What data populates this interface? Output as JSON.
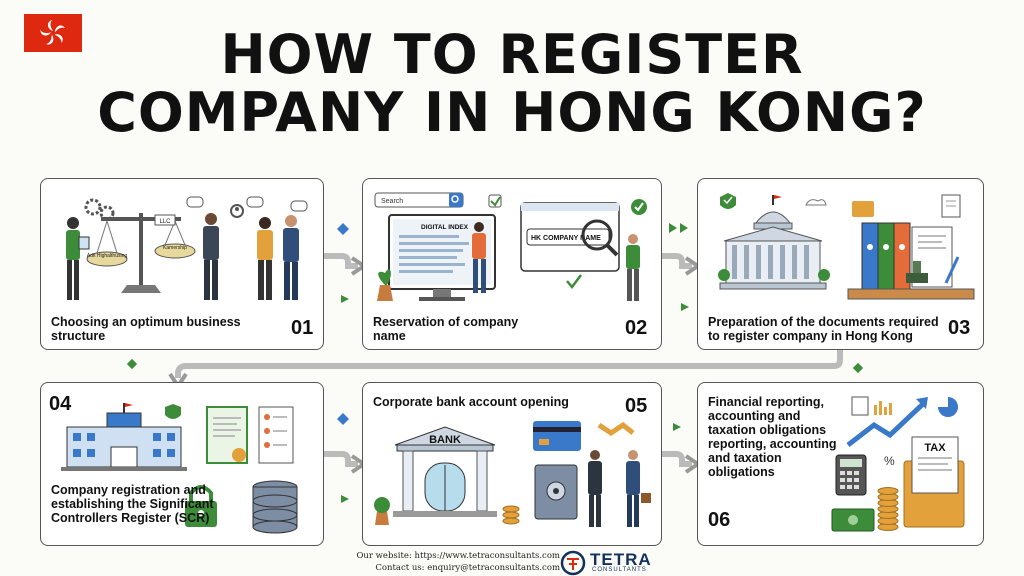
{
  "header": {
    "flag_icon": "hong-kong-flag-icon",
    "title_line1": "HOW TO REGISTER",
    "title_line2": "COMPANY IN HONG KONG?"
  },
  "steps": [
    {
      "label": "Choosing an optimum business structure",
      "number": "01",
      "icons": [
        "scale-icon",
        "people-icon",
        "gear-icon"
      ]
    },
    {
      "label": "Reservation of company name",
      "number": "02",
      "icons": [
        "search-bar-icon",
        "monitor-icon",
        "magnifier-icon"
      ]
    },
    {
      "label": "Preparation of the documents required to register company in Hong Kong",
      "number": "03",
      "icons": [
        "government-building-icon",
        "binders-icon",
        "stamp-icon"
      ]
    },
    {
      "label": "Company registration and establishing the Significant Controllers Register (SCR)",
      "number": "04",
      "icons": [
        "building-icon",
        "certificate-icon",
        "padlock-icon",
        "database-icon"
      ]
    },
    {
      "label": "Corporate bank account opening",
      "number": "05",
      "icons": [
        "bank-icon",
        "card-icon",
        "handshake-icon",
        "safe-icon"
      ]
    },
    {
      "label": "Financial reporting, accounting and taxation obligations reporting, accounting and taxation obligations",
      "number": "06",
      "icons": [
        "chart-icon",
        "calculator-icon",
        "tax-folder-icon",
        "money-icon"
      ]
    }
  ],
  "illustrations": {
    "scale_left": "Adk Highalthusing",
    "scale_right": "Kamership",
    "scale_llc": "LLC",
    "search_placeholder": "Search",
    "digital_index": "DIGITAL INDEX",
    "hk_company_name": "HK COMPANY NAME",
    "bank_sign": "BANK",
    "tax_label": "TAX"
  },
  "footer": {
    "website": "Our website: https://www.tetraconsultants.com",
    "contact": "Contact us: enquiry@tetraconsultants.com",
    "brand": "TETRA",
    "brand_sub": "CONSULTANTS"
  },
  "colors": {
    "flag_red": "#de2910",
    "brand_navy": "#14305c",
    "accent_blue": "#3a78c9",
    "accent_green": "#3d8c3a"
  }
}
